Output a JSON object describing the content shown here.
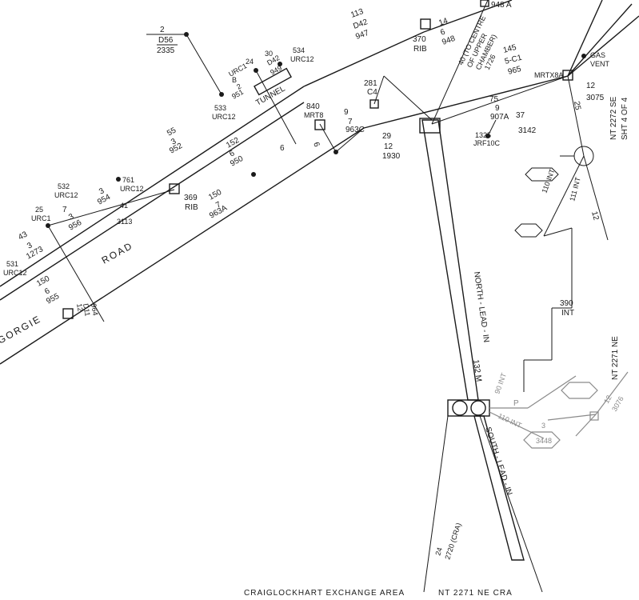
{
  "footer": {
    "exchange_area": "CRAIGLOCKHART  EXCHANGE  AREA",
    "sheet_ref": "NT 2271 NE CRA"
  },
  "sheet_refs": {
    "right_top": "NT 2272 SE",
    "right_top_sheet": "SHT 4 OF 4",
    "right_mid": "NT 2271 NE"
  },
  "road": {
    "name_left": "GORGIE",
    "name_right": "ROAD"
  },
  "tunnel": {
    "label": "TUNNEL"
  },
  "lead_ins": {
    "north": "NORTH - LEAD - IN",
    "north_length": "132 M",
    "south": "SOUTH - LEAD - IN"
  },
  "chamber_note": {
    "line1": "40 (TO CENTRE",
    "line2": "OF UPPER",
    "line3": "CHAMBER)",
    "line4": "1726"
  },
  "gas_vent": {
    "line1": "GAS",
    "line2": "VENT"
  },
  "nodes": {
    "mrt8": "MRT8",
    "mrt8_num": "840",
    "mrtx8a": "MRTX8A",
    "rib_370_num": "370",
    "rib_370": "RIB",
    "rib_369_num": "369",
    "rib_369": "RIB",
    "c4_num": "281",
    "c4": "C4",
    "jrf10c": "JRF10C",
    "jrf10c_num": "1325"
  },
  "labels": {
    "d56": "D56",
    "d56_top": "2",
    "d56_bot": "2335",
    "urc1_a": "URC1",
    "urc1_a_num": "24",
    "urc12_533": "533",
    "urc12_533_lbl": "URC12",
    "urc12_534": "534",
    "urc12_534_lbl": "URC12",
    "d42_num": "30",
    "d42": "D42",
    "d42_bot": "949",
    "d42_b_top": "113",
    "d42_b": "D42",
    "d42_b_bot": "947",
    "b_951_top": "2",
    "b_951": "951",
    "b_951_lbl": "B",
    "n55": "55",
    "n952_top": "3",
    "n952": "952",
    "n152": "152",
    "n950_top": "6",
    "n950": "950",
    "n6": "6",
    "n761": "761",
    "n761_lbl": "URC12",
    "n954_top": "3",
    "n954": "954",
    "n532": "532",
    "n532_lbl": "URC12",
    "n25": "25",
    "n25_lbl": "URC1",
    "n43": "43",
    "n1273_top": "3",
    "n1273": "1273",
    "n531": "531",
    "n531_lbl": "URC12",
    "n7": "7",
    "n956_top": "3",
    "n956": "956",
    "n41": "41",
    "n3113": "3113",
    "n150a": "150",
    "n963a_top": "7",
    "n963a": "963A",
    "n150b": "150",
    "n955_top": "6",
    "n955": "955",
    "n964_top": "12",
    "n964": "D11",
    "n964_bot": "964",
    "n9": "9",
    "n963c_top": "7",
    "n963c": "963C",
    "n29": "29",
    "n1930_top": "12",
    "n1930": "1930",
    "n14": "14",
    "n948_top": "6",
    "n948": "948",
    "n948a": "948 A",
    "n145": "145",
    "n965_top": "5-C1",
    "n965": "965",
    "n75": "75",
    "n907a_top": "9",
    "n907a": "907A",
    "n3142_top": "37",
    "n3142_mid": "6",
    "n3142": "3142",
    "n3075_top": "12",
    "n3075": "3075",
    "n390": "390",
    "n390_int": "INT",
    "n110_int": "110   INT",
    "n90_int": "90   INT",
    "n111_int": "111 INT",
    "n110b_int": "110 INT",
    "n3448_top": "3",
    "n3448": "3448",
    "n3076_top": "12",
    "n3076": "3076",
    "n2720_top": "24",
    "n2720": "2720 (CRA)",
    "p_lbl": "P",
    "n25b": "25"
  }
}
